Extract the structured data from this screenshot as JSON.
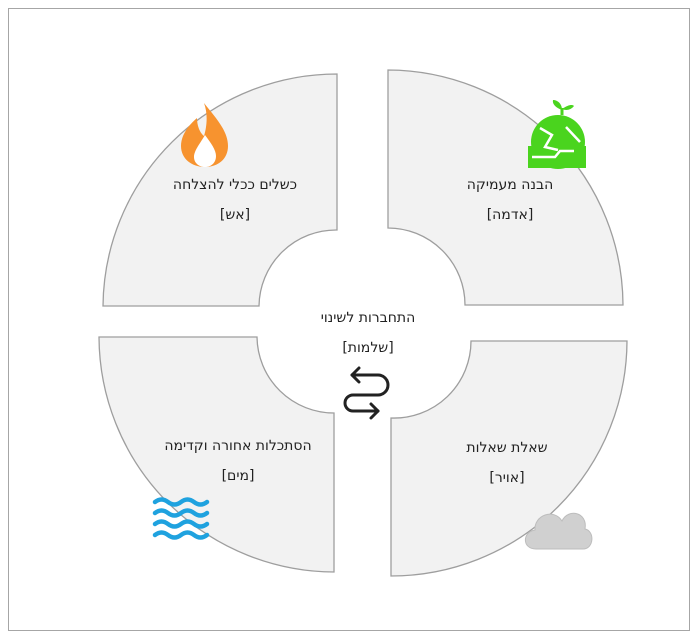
{
  "colors": {
    "segment_fill": "#f2f2f2",
    "segment_stroke": "#9e9e9e",
    "fire": "#f7932f",
    "earth": "#4ad41e",
    "air": "#cccccc",
    "water": "#1fa2df",
    "cycle_arrow": "#222222"
  },
  "center": {
    "title": "התחברות לשינוי",
    "tag": "[שלמות]",
    "icon": "cycle-arrows-icon"
  },
  "quadrants": {
    "fire": {
      "title": "כשלים ככלי להצלחה",
      "tag": "[אש]",
      "icon": "fire-icon"
    },
    "earth": {
      "title": "הבנה מעמיקה",
      "tag": "[אדמה]",
      "icon": "earth-sprout-icon"
    },
    "water": {
      "title": "הסתכלות אחורה וקדימה",
      "tag": "[מים]",
      "icon": "water-waves-icon"
    },
    "air": {
      "title": "שאלת שאלות",
      "tag": "[אויר]",
      "icon": "cloud-icon"
    }
  }
}
